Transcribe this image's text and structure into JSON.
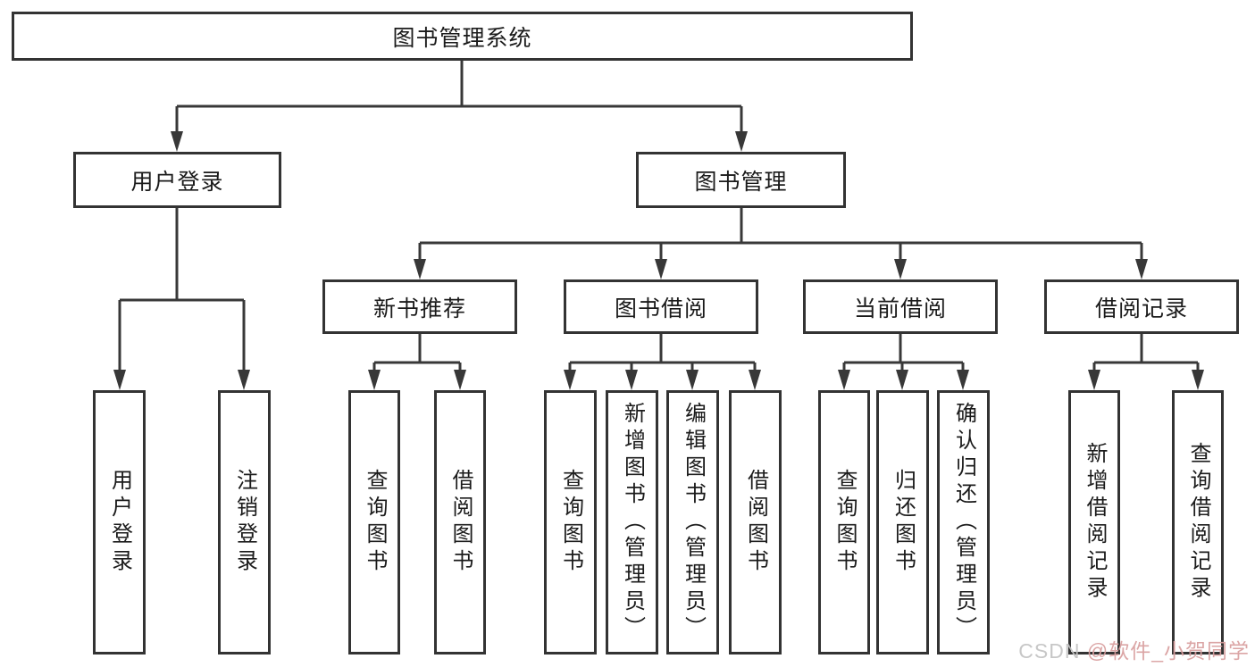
{
  "diagram": {
    "colors": {
      "line": "#383838",
      "box_border": "#333333",
      "text": "#1b1b1b",
      "watermark_gray": "#c3c3c3",
      "watermark_pink": "#d89e9e"
    },
    "watermark": {
      "prefix": "CSDN ",
      "handle": "@软件_小贺同学"
    },
    "tree": {
      "root": {
        "label": "图书管理系统"
      },
      "branches": [
        {
          "label": "用户登录",
          "children": [
            {
              "label": "用户登录"
            },
            {
              "label": "注销登录"
            }
          ]
        },
        {
          "label": "图书管理",
          "children": [
            {
              "label": "新书推荐",
              "children": [
                {
                  "label": "查询图书"
                },
                {
                  "label": "借阅图书"
                }
              ]
            },
            {
              "label": "图书借阅",
              "children": [
                {
                  "label": "查询图书"
                },
                {
                  "label": "新增图书（管理员）"
                },
                {
                  "label": "编辑图书（管理员）"
                },
                {
                  "label": "借阅图书"
                }
              ]
            },
            {
              "label": "当前借阅",
              "children": [
                {
                  "label": "查询图书"
                },
                {
                  "label": "归还图书"
                },
                {
                  "label": "确认归还（管理员）"
                }
              ]
            },
            {
              "label": "借阅记录",
              "children": [
                {
                  "label": "新增借阅记录"
                },
                {
                  "label": "查询借阅记录"
                }
              ]
            }
          ]
        }
      ]
    }
  }
}
